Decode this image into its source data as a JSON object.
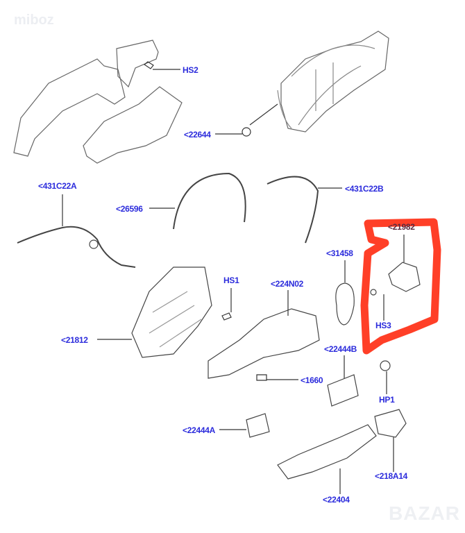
{
  "watermarks": {
    "top_left": "miboz",
    "bottom_right": "BAZAR"
  },
  "colors": {
    "label": "#2b2bdc",
    "highlight": "#ff2a10",
    "line": "#555555"
  },
  "parts": [
    {
      "id": "hs2",
      "label": "HS2"
    },
    {
      "id": "22644",
      "label": "<22644"
    },
    {
      "id": "431c22a",
      "label": "<431C22A"
    },
    {
      "id": "26596",
      "label": "<26596"
    },
    {
      "id": "431c22b",
      "label": "<431C22B"
    },
    {
      "id": "21982",
      "label": "<21982"
    },
    {
      "id": "31458",
      "label": "<31458"
    },
    {
      "id": "hs1",
      "label": "HS1"
    },
    {
      "id": "224n02",
      "label": "<224N02"
    },
    {
      "id": "21812",
      "label": "<21812"
    },
    {
      "id": "hs3",
      "label": "HS3"
    },
    {
      "id": "22444b",
      "label": "<22444B"
    },
    {
      "id": "1660",
      "label": "<1660"
    },
    {
      "id": "hp1",
      "label": "HP1"
    },
    {
      "id": "22444a",
      "label": "<22444A"
    },
    {
      "id": "218a14",
      "label": "<218A14"
    },
    {
      "id": "22404",
      "label": "<22404"
    }
  ]
}
